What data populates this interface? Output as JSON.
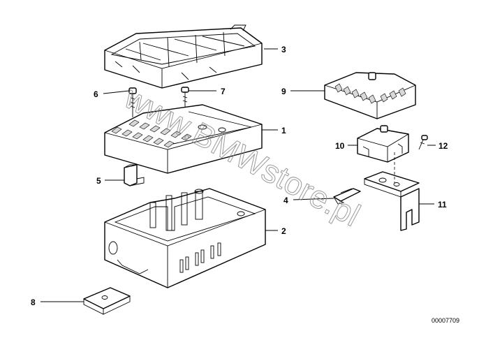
{
  "diagram": {
    "watermark": "www.BMWstore.pl",
    "document_number": "00007709",
    "callouts": [
      {
        "id": "c1",
        "label": "1"
      },
      {
        "id": "c2",
        "label": "2"
      },
      {
        "id": "c3",
        "label": "3"
      },
      {
        "id": "c4",
        "label": "4"
      },
      {
        "id": "c5",
        "label": "5"
      },
      {
        "id": "c6",
        "label": "6"
      },
      {
        "id": "c7",
        "label": "7"
      },
      {
        "id": "c8",
        "label": "8"
      },
      {
        "id": "c9",
        "label": "9"
      },
      {
        "id": "c10",
        "label": "10"
      },
      {
        "id": "c11",
        "label": "11"
      },
      {
        "id": "c12",
        "label": "12"
      }
    ]
  }
}
